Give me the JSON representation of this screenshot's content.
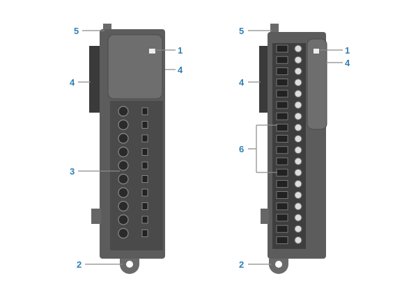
{
  "diagram": {
    "left_module": {
      "callouts": {
        "top_tab": "5",
        "indicator": "1",
        "side_right": "4",
        "side_left": "4",
        "terminals": "3",
        "bottom_hook": "2"
      }
    },
    "right_module": {
      "callouts": {
        "top_tab": "5",
        "indicator": "1",
        "side_right": "4",
        "side_left": "4",
        "terminal_group": "6",
        "bottom_hook": "2"
      }
    },
    "colors": {
      "callout": "#2f7fb6",
      "body": "#5a5a5a",
      "cover": "#6a6a6a",
      "terminal": "#2e2e2e"
    }
  }
}
